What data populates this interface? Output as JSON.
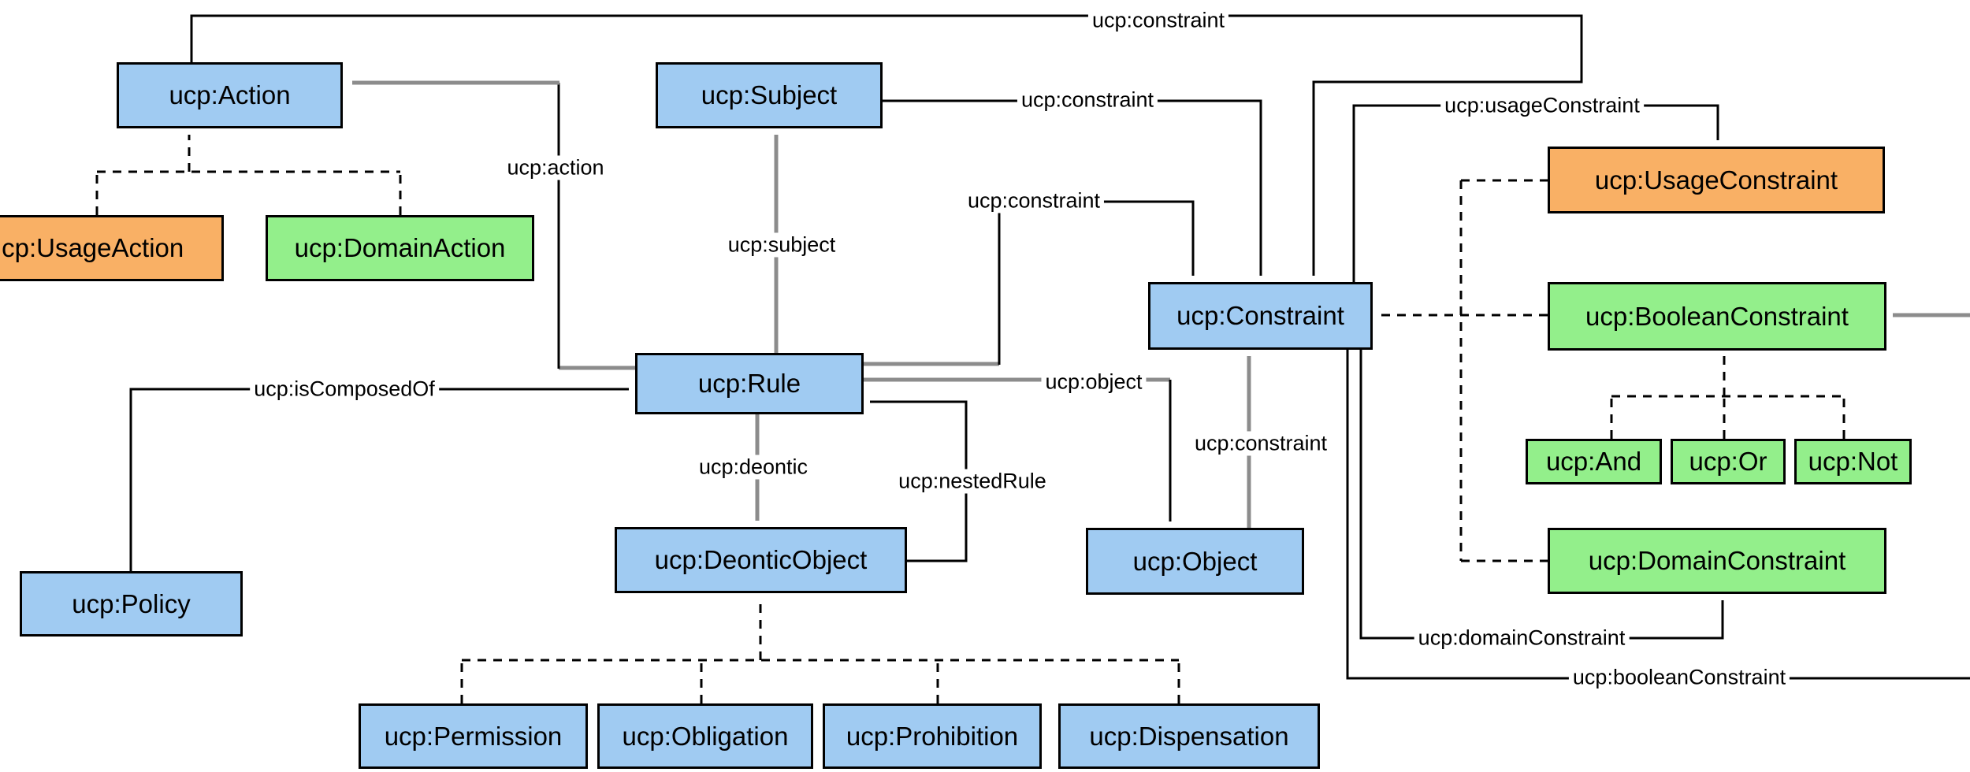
{
  "colors": {
    "background": "#ffffff",
    "border": "#000000",
    "edge_black": "#000000",
    "edge_gray": "#8c8c8c",
    "node_blue": "#a0cbf2",
    "node_green": "#93ef8b",
    "node_orange": "#f9b065"
  },
  "nodes": {
    "action": {
      "label": "ucp:Action"
    },
    "subject": {
      "label": "ucp:Subject"
    },
    "usage_action": {
      "label": "ucp:UsageAction"
    },
    "domain_action": {
      "label": "ucp:DomainAction"
    },
    "rule": {
      "label": "ucp:Rule"
    },
    "constraint": {
      "label": "ucp:Constraint"
    },
    "usage_constraint": {
      "label": "ucp:UsageConstraint"
    },
    "boolean_constraint": {
      "label": "ucp:BooleanConstraint"
    },
    "and": {
      "label": "ucp:And"
    },
    "or": {
      "label": "ucp:Or"
    },
    "not": {
      "label": "ucp:Not"
    },
    "domain_constraint": {
      "label": "ucp:DomainConstraint"
    },
    "deontic_object": {
      "label": "ucp:DeonticObject"
    },
    "object": {
      "label": "ucp:Object"
    },
    "policy": {
      "label": "ucp:Policy"
    },
    "permission": {
      "label": "ucp:Permission"
    },
    "obligation": {
      "label": "ucp:Obligation"
    },
    "prohibition": {
      "label": "ucp:Prohibition"
    },
    "dispensation": {
      "label": "ucp:Dispensation"
    }
  },
  "edges": {
    "action_constraint": {
      "label": "ucp:constraint"
    },
    "subject_constraint": {
      "label": "ucp:constraint"
    },
    "rule_constraint": {
      "label": "ucp:constraint"
    },
    "object_constraint": {
      "label": "ucp:constraint"
    },
    "rule_action": {
      "label": "ucp:action"
    },
    "rule_subject": {
      "label": "ucp:subject"
    },
    "rule_object": {
      "label": "ucp:object"
    },
    "rule_deontic": {
      "label": "ucp:deontic"
    },
    "nested_rule": {
      "label": "ucp:nestedRule"
    },
    "is_composed_of": {
      "label": "ucp:isComposedOf"
    },
    "usage_constraint": {
      "label": "ucp:usageConstraint"
    },
    "domain_constraint": {
      "label": "ucp:domainConstraint"
    },
    "boolean_constraint": {
      "label": "ucp:booleanConstraint"
    }
  }
}
